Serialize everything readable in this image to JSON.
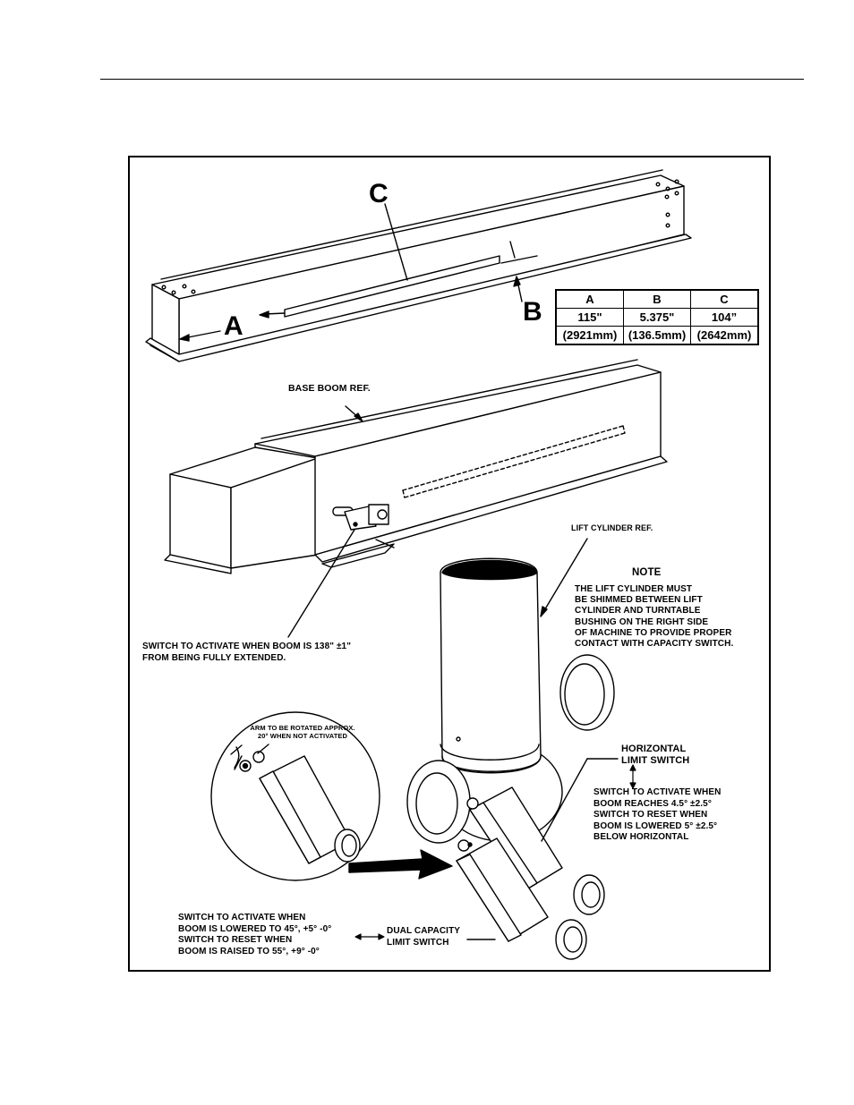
{
  "figure": {
    "callouts": {
      "a": "A",
      "b": "B",
      "c": "C"
    },
    "dimension_table": {
      "headers": [
        "A",
        "B",
        "C"
      ],
      "inch_values": [
        "115\"",
        "5.375\"",
        "104”"
      ],
      "metric_values": [
        "(2921mm)",
        "(136.5mm)",
        "(2642mm)"
      ]
    },
    "labels": {
      "base_boom_ref": "BASE BOOM REF.",
      "lift_cylinder_ref": "LIFT CYLINDER REF.",
      "note_title": "NOTE",
      "note_body": "THE LIFT CYLINDER MUST\nBE SHIMMED BETWEEN LIFT\nCYLINDER AND TURNTABLE\nBUSHING ON THE RIGHT SIDE\nOF MACHINE TO PROVIDE PROPER\nCONTACT WITH CAPACITY SWITCH.",
      "boom_switch": "SWITCH TO ACTIVATE WHEN BOOM IS 138\" ±1\"\nFROM BEING FULLY EXTENDED.",
      "arm_rotation": "ARM TO BE ROTATED APPROX.\n20° WHEN NOT ACTIVATED",
      "horizontal_limit_switch": "HORIZONTAL\nLIMIT SWITCH",
      "horizontal_switch_spec": "SWITCH TO ACTIVATE WHEN\nBOOM REACHES 4.5° ±2.5°\nSWITCH TO RESET WHEN\nBOOM IS LOWERED 5° ±2.5°\nBELOW HORIZONTAL",
      "capacity_switch_spec": "SWITCH TO ACTIVATE WHEN\nBOOM IS LOWERED TO 45°, +5° -0°\nSWITCH TO RESET WHEN\nBOOM IS RAISED TO 55°, +9° -0°",
      "dual_capacity_limit_switch": "DUAL CAPACITY\nLIMIT SWITCH"
    }
  }
}
